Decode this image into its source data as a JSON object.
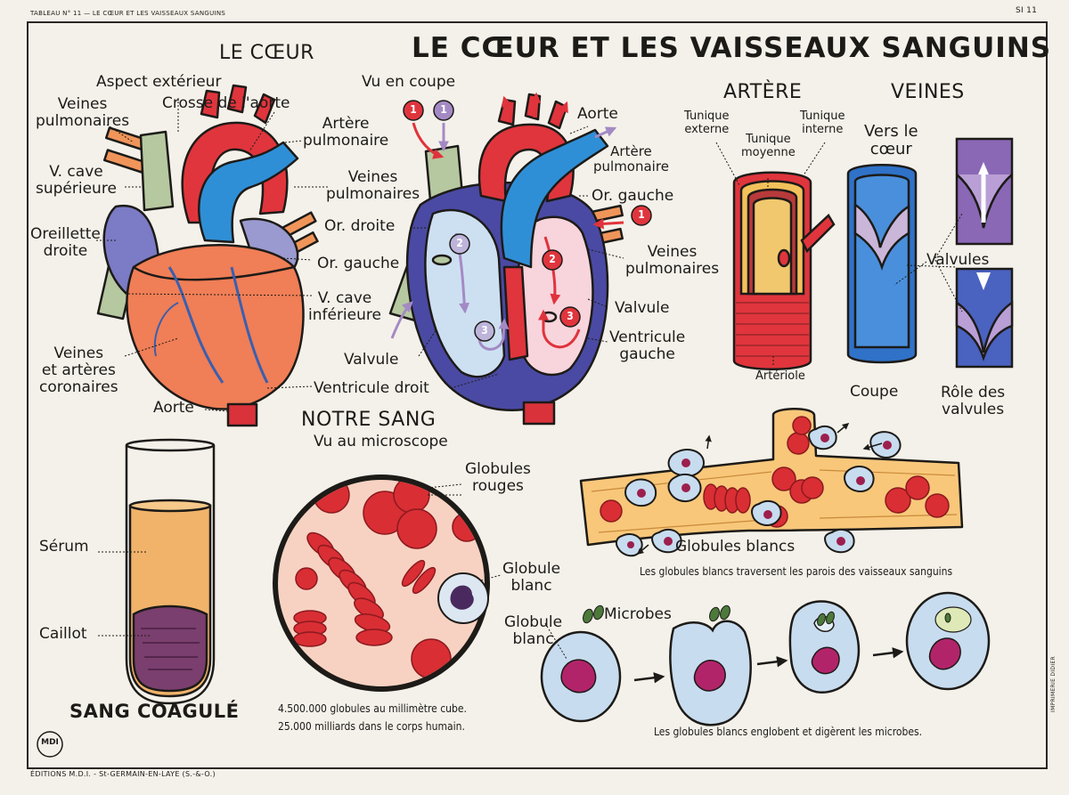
{
  "header": {
    "tableau": "TABLEAU N° 11 — LE CŒUR ET LES VAISSEAUX SANGUINS",
    "code": "SI 11",
    "title": "LE CŒUR ET LES VAISSEAUX SANGUINS"
  },
  "heart": {
    "section_title": "LE CŒUR",
    "exterior": {
      "title": "Aspect extérieur",
      "crosse": "Crosse de l'aorte",
      "veines_pulm": "Veines\npulmonaires",
      "v_cave_sup": "V. cave\nsupérieure",
      "oreillette_droite": "Oreillette\ndroite",
      "veines_coronaires": "Veines\net artères\ncoronaires",
      "aorte": "Aorte"
    },
    "shared": {
      "artere_pulm": "Artère\npulmonaire",
      "veines_pulm": "Veines\npulmonaires",
      "or_droite": "Or. droite",
      "or_gauche": "Or. gauche",
      "v_cave_inf": "V. cave\ninférieure",
      "valvule": "Valvule",
      "ventricule_droit": "Ventricule droit"
    },
    "section": {
      "title": "Vu en coupe",
      "aorte": "Aorte",
      "artere_pulm": "Artère\npulmonaire",
      "or_gauche": "Or. gauche",
      "veines_pulm": "Veines\npulmonaires",
      "valvule": "Valvule",
      "ventricule_gauche": "Ventricule\ngauche",
      "markers": [
        "1",
        "1",
        "1",
        "2",
        "2",
        "3",
        "3"
      ]
    }
  },
  "vessels": {
    "artere_title": "ARTÈRE",
    "veines_title": "VEINES",
    "tunique_externe": "Tunique\nexterne",
    "tunique_moyenne": "Tunique\nmoyenne",
    "tunique_interne": "Tunique\ninterne",
    "vers_coeur": "Vers le\ncœur",
    "valvules": "Valvules",
    "arteriole": "Artériole",
    "coupe": "Coupe",
    "role": "Rôle des\nvalvules"
  },
  "blood": {
    "title": "NOTRE SANG",
    "subtitle": "Vu au microscope",
    "globules_rouges": "Globules\nrouges",
    "globule_blanc": "Globule\nblanc",
    "stat1": "4.500.000 globules au millimètre cube.",
    "stat2": "25.000 milliards dans le corps humain."
  },
  "coag": {
    "title": "SANG COAGULÉ",
    "serum": "Sérum",
    "caillot": "Caillot"
  },
  "white_cells": {
    "globules_blancs": "Globules blancs",
    "caption1": "Les globules blancs traversent les parois des vaisseaux sanguins",
    "globule_blanc": "Globule\nblanc",
    "microbes": "Microbes",
    "caption2": "Les globules blancs englobent et digèrent les microbes."
  },
  "footer": {
    "publisher": "ÉDITIONS M.D.I. - St-GERMAIN-EN-LAYE (S.-&-O.)",
    "logo": "MDI",
    "printer": "IMPRIMERIE DIDIER"
  },
  "colors": {
    "artery_red": "#d9323a",
    "vein_blue": "#2f8fd6",
    "heart_orange": "#f07e56",
    "atrium_purple": "#7b7bc6",
    "serum_amber": "#f1b36a",
    "rbc_red": "#d92e34",
    "wbc_blue": "#bcd4ea",
    "nucleus": "#b2246a",
    "outline": "#1d1b18"
  }
}
